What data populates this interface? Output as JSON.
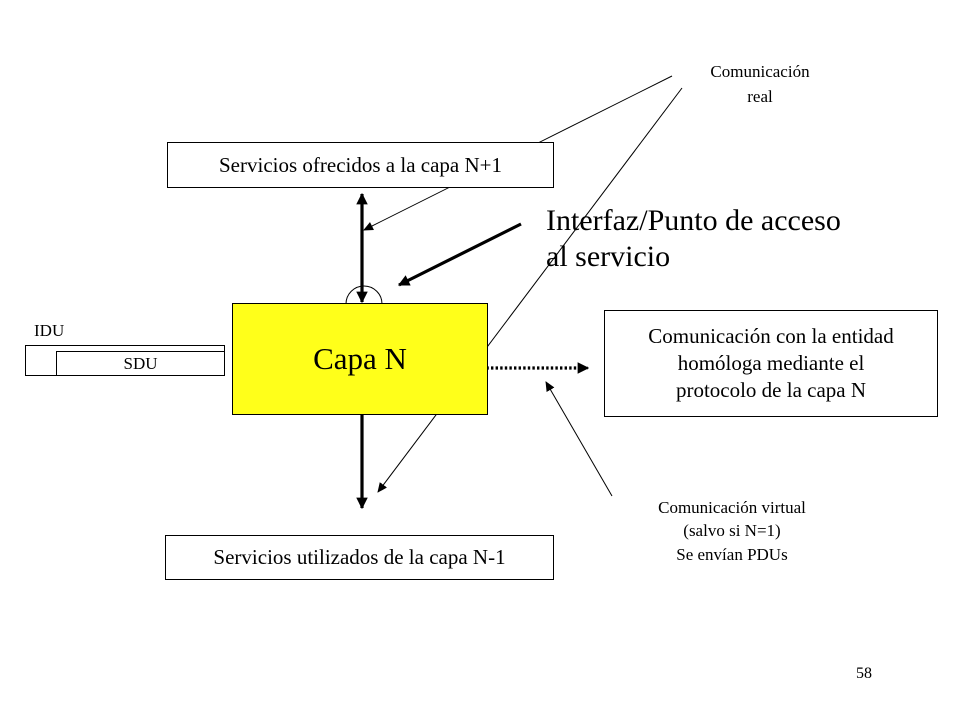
{
  "diagram": {
    "capa_n": "Capa N",
    "servicios_ofrecidos": "Servicios ofrecidos a la capa N+1",
    "servicios_utilizados": "Servicios utilizados de la capa N-1",
    "interfaz": [
      "Interfaz/Punto de acceso",
      "al servicio"
    ],
    "comunicacion_real": [
      "Comunicación",
      "real"
    ],
    "comunicacion_entidad": [
      "Comunicación con la entidad",
      "homóloga mediante el",
      "protocolo de la capa N"
    ],
    "comunicacion_virtual": [
      "Comunicación virtual",
      "(salvo si N=1)",
      "Se envían PDUs"
    ],
    "idu": "IDU",
    "sdu": "SDU"
  },
  "page_number": "58",
  "colors": {
    "layer_fill": "#ffff1a",
    "stroke": "#000000",
    "background": "#ffffff"
  }
}
